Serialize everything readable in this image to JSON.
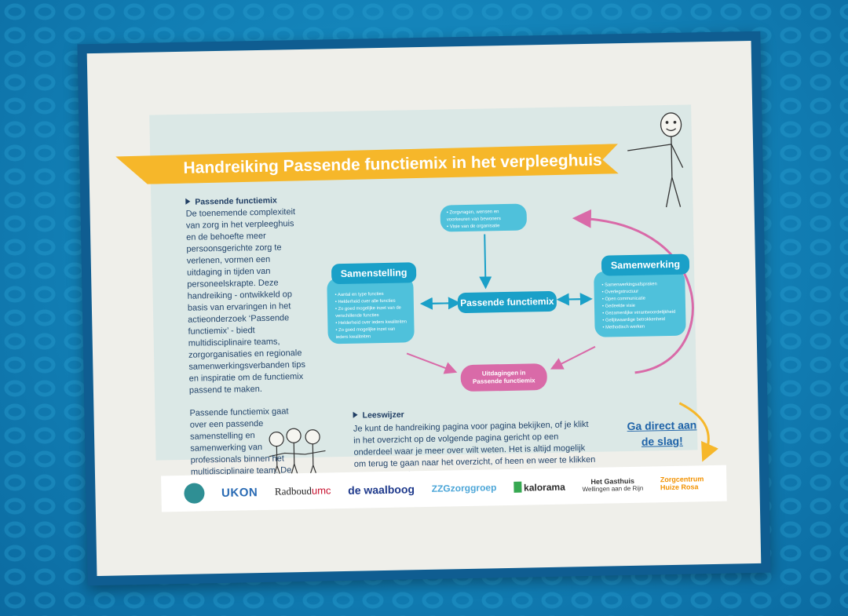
{
  "title": "Handreiking Passende functiemix in het verpleeghuis",
  "intro": {
    "heading": "Passende functiemix",
    "paragraph1": "De toenemende complexiteit van zorg in het verpleeghuis en de behoefte meer persoonsgerichte zorg te verlenen, vormen een uitdaging in tijden van personeelskrapte. Deze handreiking - ontwikkeld op basis van ervaringen in het actieonderzoek ‘Passende functiemix’ - biedt multidisciplinaire teams, zorgorganisaties en regionale samenwerkingsverbanden tips en inspiratie om de functiemix passend te maken.",
    "paragraph2": "Passende functiemix gaat over een passende samenstelling en samenwerking van professionals binnen het multidisciplinaire team. De samenhang zie je in de figuur hiernaast."
  },
  "diagram": {
    "top_items": [
      "Zorgvragen, wensen en voorkeuren van bewoners",
      "Visie van de organisatie"
    ],
    "center": "Passende functiemix",
    "left_title": "Samenstelling",
    "left_items": [
      "Aantal en type functies",
      "Helderheid over alle functies",
      "Zo goed mogelijke inzet van de verschillende functies",
      "Helderheid over ieders kwaliteiten",
      "Zo goed mogelijke inzet van ieders kwaliteiten"
    ],
    "right_title": "Samenwerking",
    "right_items": [
      "Samenwerkingsafspraken",
      "Overlegstructuur",
      "Open communicatie",
      "Gedeelde visie",
      "Gezamenlijke verantwoordelijkheid",
      "Gelijkwaardige betrokkenheid",
      "Methodisch werken"
    ],
    "bottom_line1": "Uitdagingen in",
    "bottom_line2": "Passende functiemix"
  },
  "leeswijzer": {
    "heading": "Leeswijzer",
    "text": "Je kunt de handreiking pagina voor pagina bekijken, of je klikt in het overzicht op de volgende pagina gericht op een onderdeel waar je meer over wilt weten. Het is altijd mogelijk om terug te gaan naar het overzicht, of heen en weer te klikken tussen de pagina’s."
  },
  "cta": {
    "line1": "Ga direct aan",
    "line2": "de slag!"
  },
  "logos": {
    "ukon": "UKON",
    "radboud_a": "Radboud",
    "radboud_b": "umc",
    "waalboog": "de waalboog",
    "zzg": "ZZGzorggroep",
    "kalorama": "kalorama",
    "gasthuis_a": "Het Gasthuis",
    "gasthuis_b": "Wellingen aan de Rijn",
    "rosa_a": "Zorgcentrum",
    "rosa_b": "Huize Rosa"
  },
  "colors": {
    "banner": "#f6b72a",
    "pill_blue": "#1aa0c8",
    "box_blue": "#4fc1db",
    "pink": "#d96aa8",
    "text_navy": "#24456b"
  }
}
